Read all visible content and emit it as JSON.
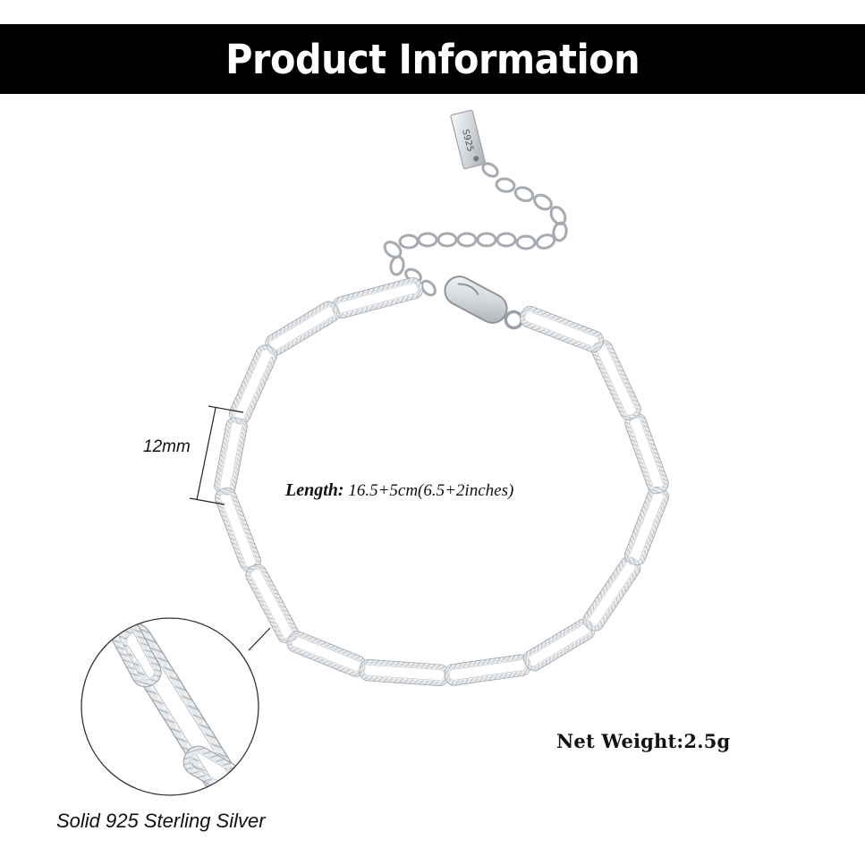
{
  "header": {
    "title": "Product Information",
    "background": "#000000",
    "text_color": "#ffffff"
  },
  "product": {
    "image_subject": "silver paperclip link chain bracelet",
    "tag_stamp": "S925",
    "link_dimension_label": "12mm",
    "length_key": "Length:",
    "length_value": "16.5+5cm(6.5+2inches)",
    "net_weight": "Net Weight:2.5g",
    "material": "Solid 925 Sterling Silver"
  },
  "colors": {
    "silver_light": "#eef0f2",
    "silver_mid": "#c9cdd2",
    "silver_dark": "#8b9096",
    "line": "#222222"
  }
}
